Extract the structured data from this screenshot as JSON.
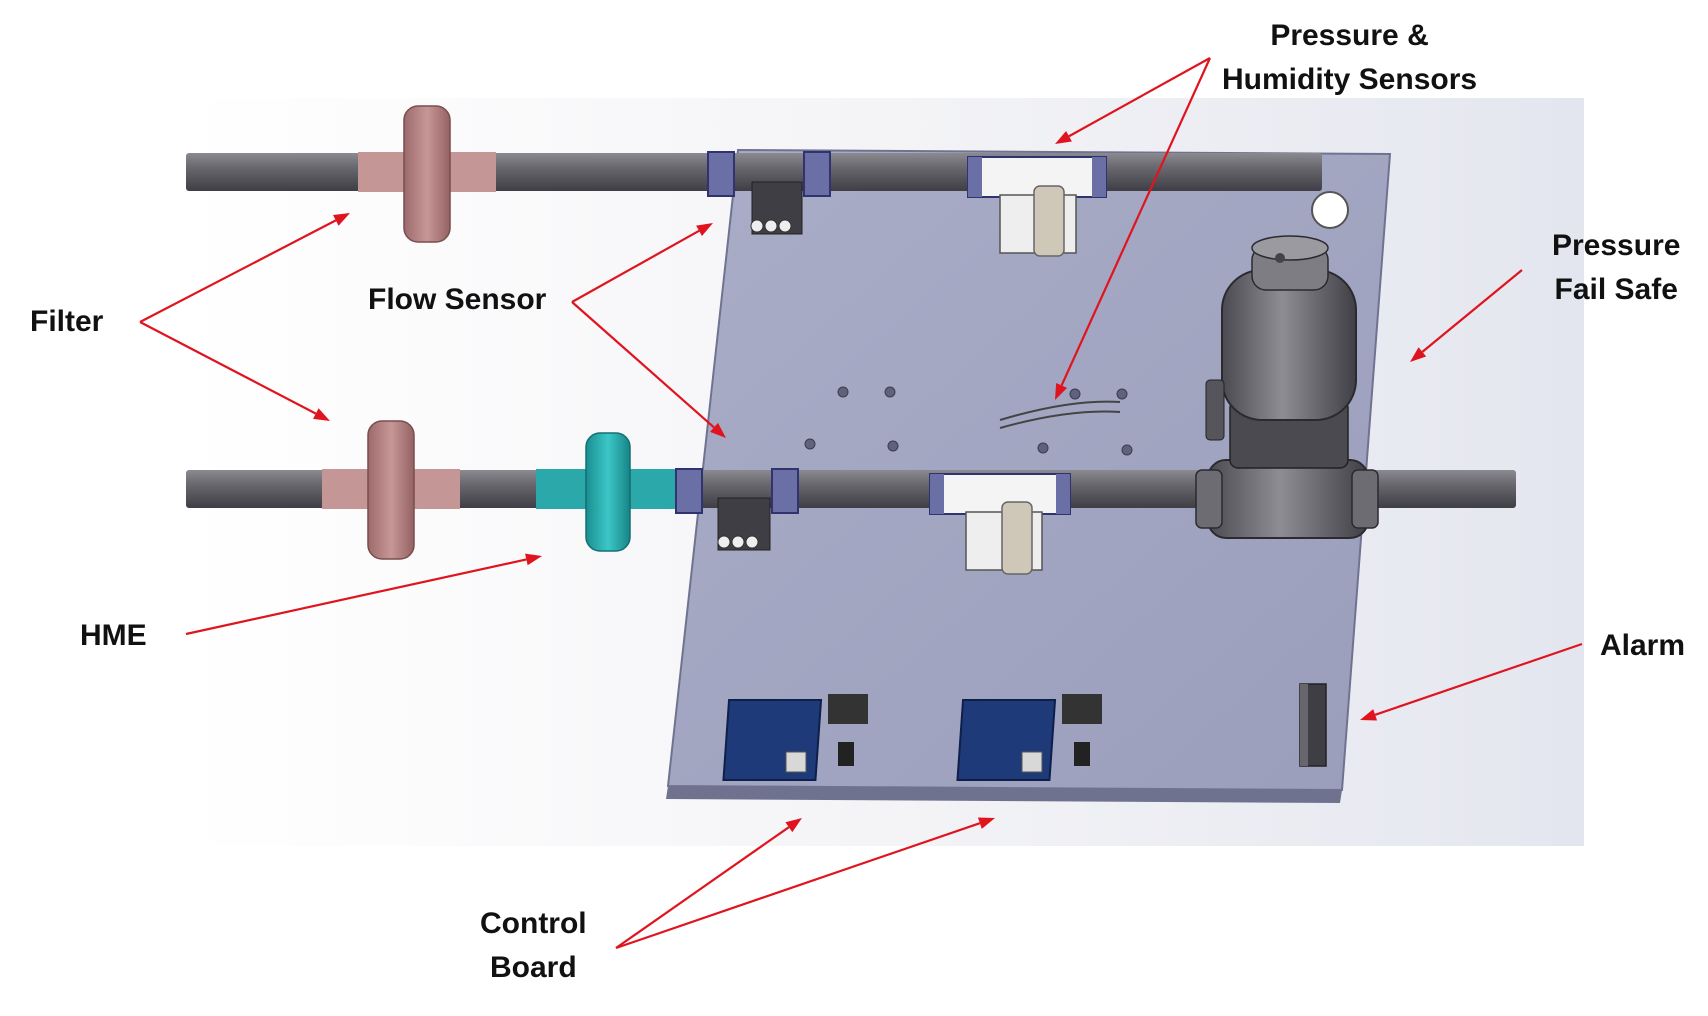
{
  "labels": {
    "pressure_humidity": [
      "Pressure  &",
      "Humidity Sensors"
    ],
    "pressure_fail_safe": [
      "Pressure",
      "Fail Safe"
    ],
    "filter": "Filter",
    "flow_sensor": "Flow Sensor",
    "hme": "HME",
    "alarm": "Alarm",
    "control_board": [
      "Control",
      "Board"
    ]
  },
  "colors": {
    "arrow": "#e0141e",
    "plate": "#a3a7c2",
    "pipe": "#5d5d63",
    "filter": "#b88585",
    "hme": "#2cb2b2",
    "board": "#1f3a78"
  }
}
